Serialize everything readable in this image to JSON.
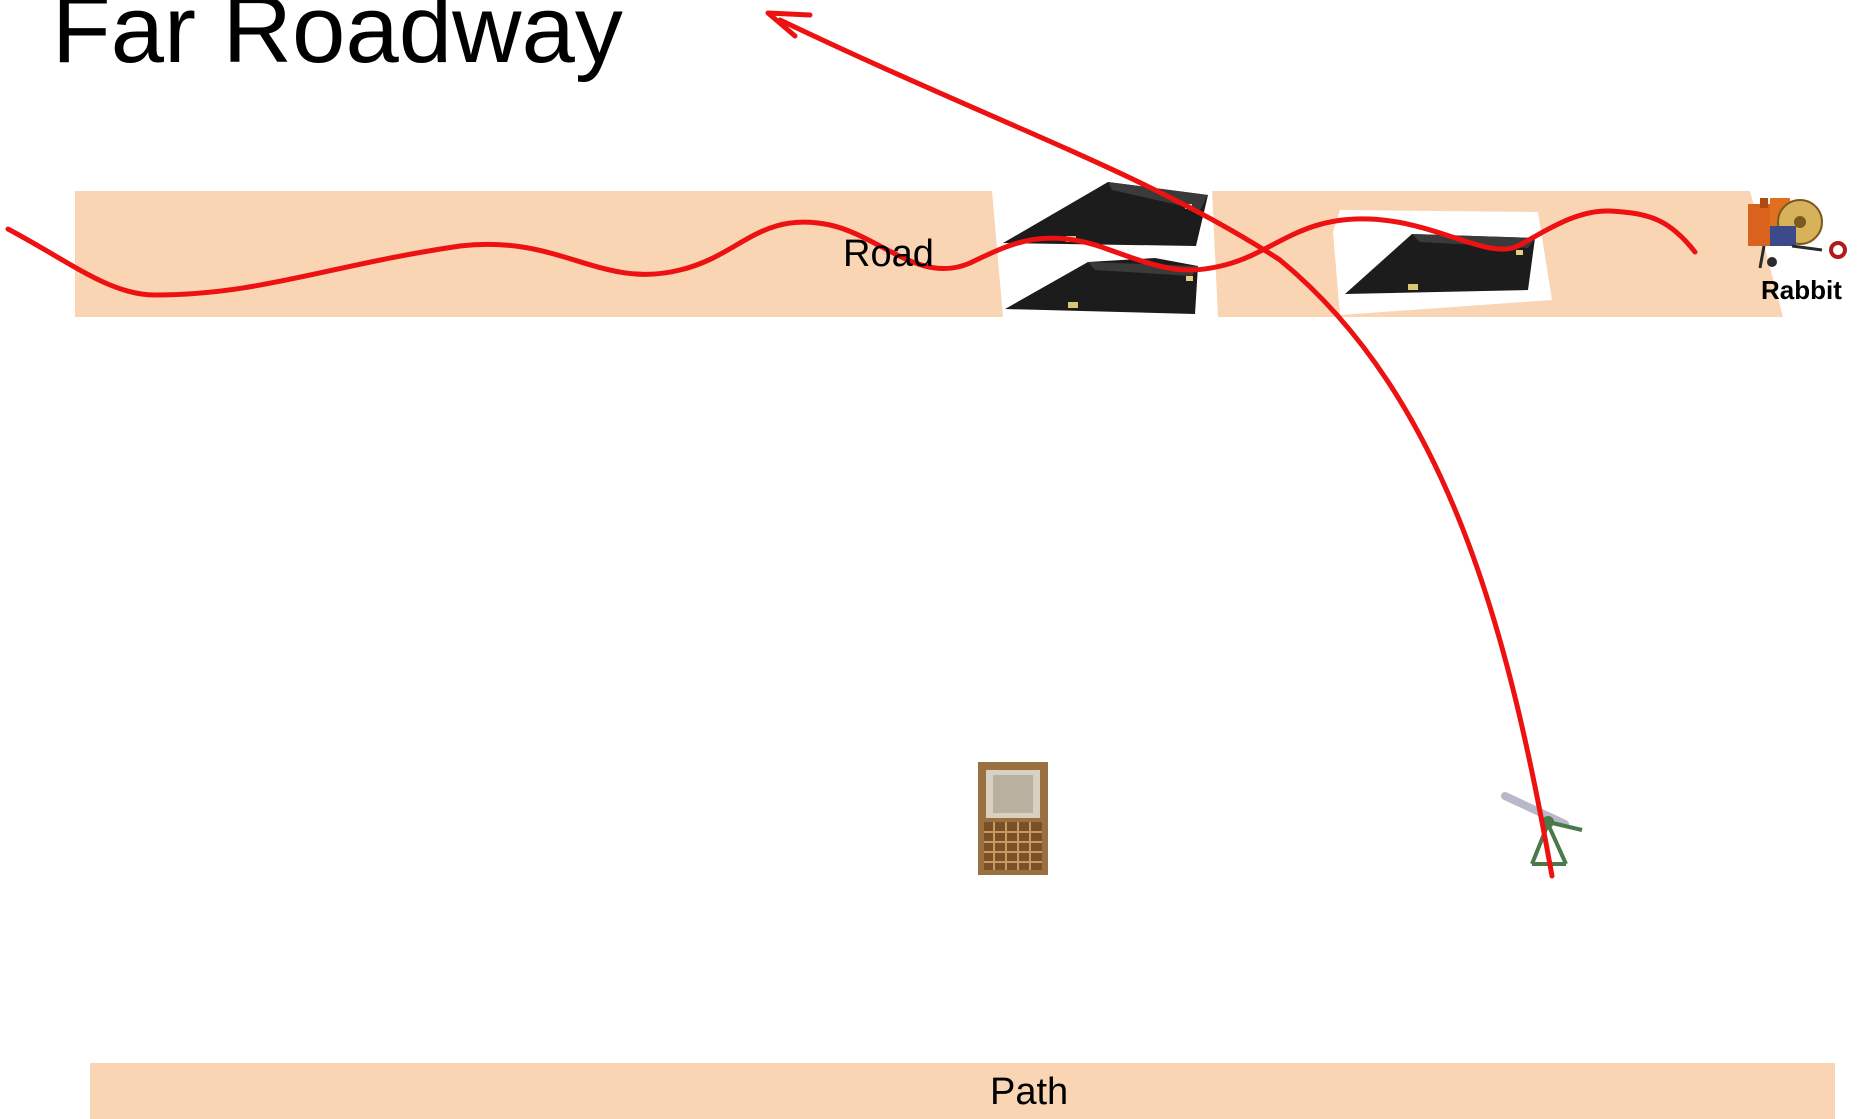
{
  "slide": {
    "title": "Far Roadway"
  },
  "labels": {
    "road": "Road",
    "rabbit": "Rabbit",
    "path": "Path"
  },
  "colors": {
    "background": "#ffffff",
    "roadway_fill": "#fad5b4",
    "trajectory": "#ee1111",
    "ramp": "#1c1c1c",
    "booth": "#8a6238",
    "cannon": "#4a7a4a"
  },
  "icons": {
    "ramps": [
      "ramp-icon",
      "ramp-icon",
      "ramp-icon"
    ],
    "rabbit_launcher": "rabbit-launcher-icon",
    "booth": "shooting-booth-icon",
    "launcher": "launcher-tripod-icon"
  }
}
